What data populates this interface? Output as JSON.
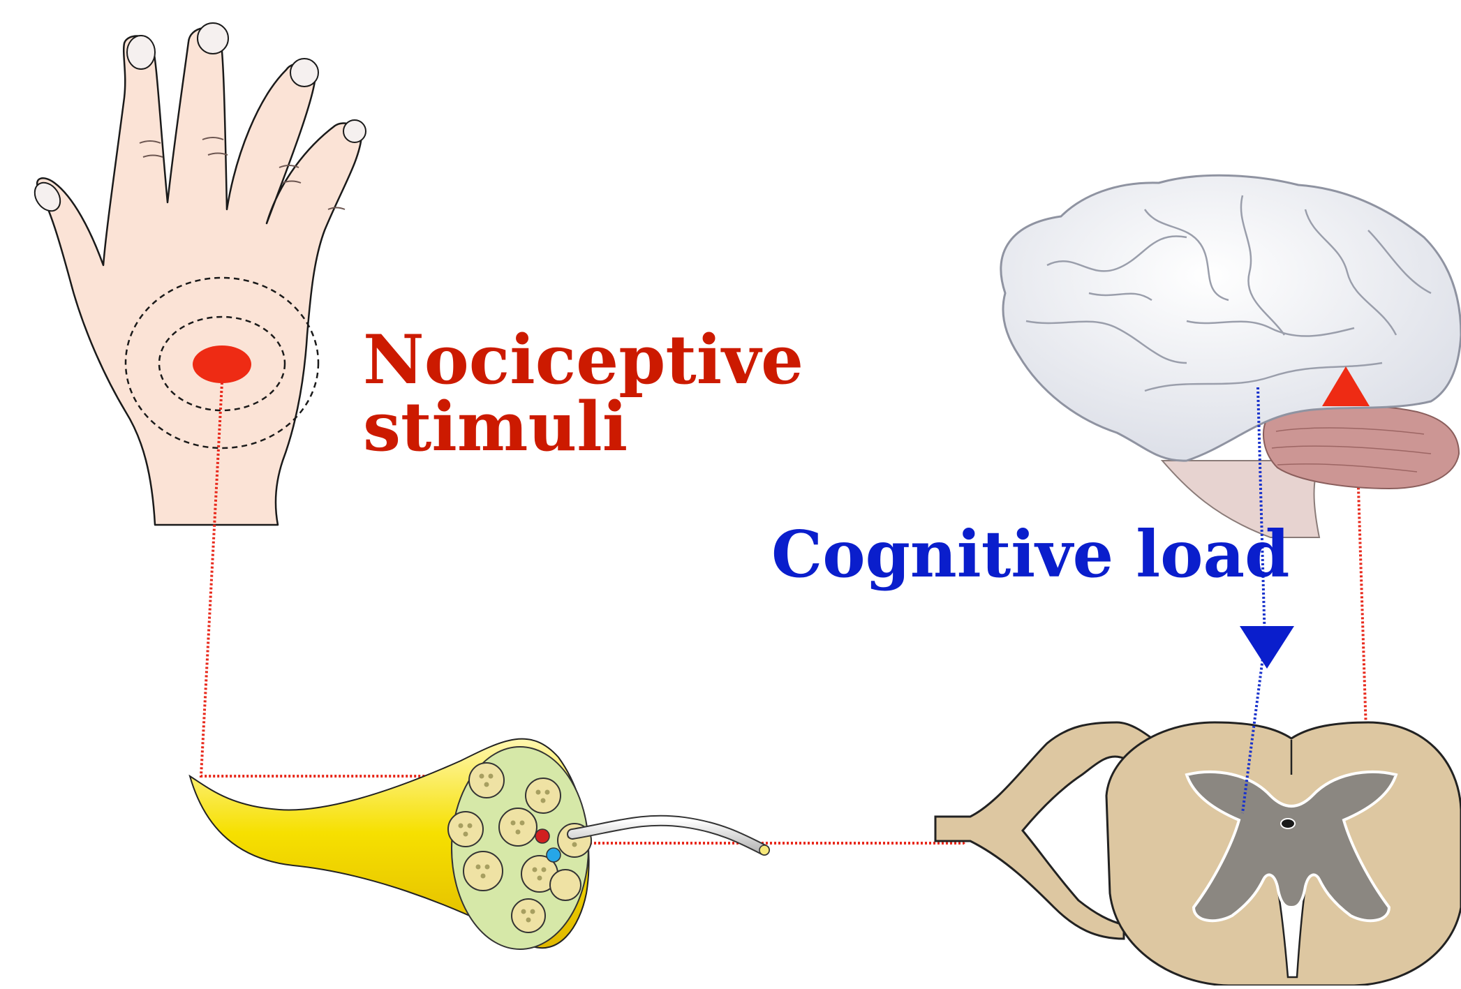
{
  "labels": {
    "nociceptive": [
      "Nociceptive",
      "stimuli"
    ],
    "cognitive": "Cognitive load"
  },
  "colors": {
    "nociceptive_text": "#cc1a00",
    "cognitive_text": "#0a1ecc",
    "ascending_path": "#e8291c",
    "descending_path": "#1a33cc",
    "stimulus_spot": "#ee2b14",
    "skin": "#fbe3d6",
    "nerve_sheath": "#f6e000",
    "brain": "#eceef3",
    "cerebellum": "#cc9694",
    "spinal_white_matter": "#ddc7a1",
    "spinal_grey_matter": "#8b8781"
  },
  "icons": [
    "hand-icon",
    "nerve-bundle-icon",
    "brain-icon",
    "spinal-cord-icon"
  ]
}
